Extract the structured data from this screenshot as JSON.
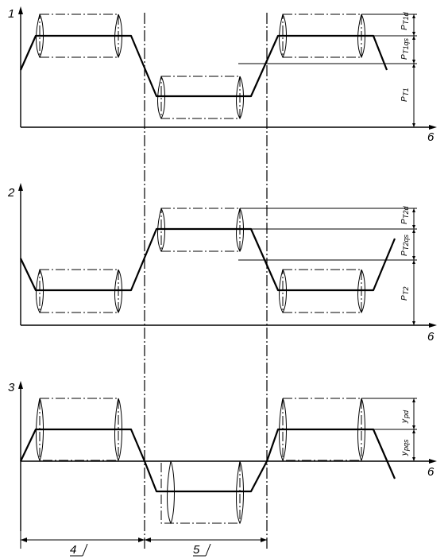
{
  "panels": {
    "p1": {
      "axis_label": "1",
      "x_label": "6",
      "dim_main": "P",
      "dim_main_sub": "T1",
      "dim_qs": "P",
      "dim_qs_sub": "T1qs",
      "dim_d": "P",
      "dim_d_sub": "T1d"
    },
    "p2": {
      "axis_label": "2",
      "x_label": "6",
      "dim_main": "P",
      "dim_main_sub": "T2",
      "dim_qs": "P",
      "dim_qs_sub": "T2qs",
      "dim_d": "P",
      "dim_d_sub": "T2d"
    },
    "p3": {
      "axis_label": "3",
      "x_label": "6",
      "dim_qs": "y",
      "dim_qs_sub": "pqs",
      "dim_d": "y",
      "dim_d_sub": "pd"
    }
  },
  "bottom": {
    "label_4": "4",
    "label_5": "5"
  }
}
